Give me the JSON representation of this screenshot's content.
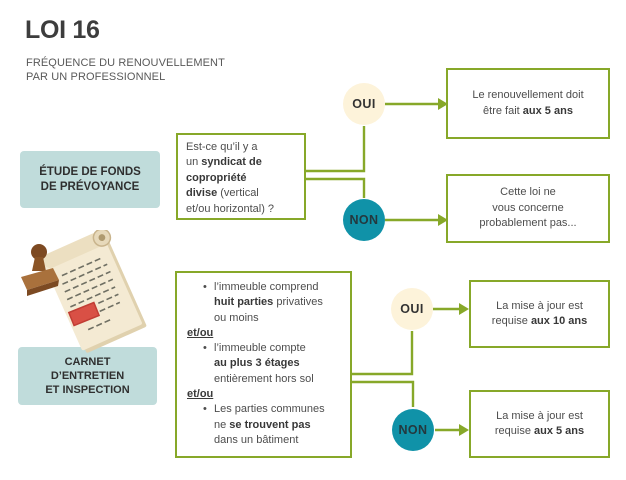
{
  "colors": {
    "green": "#87a829",
    "teal": "#1092a8",
    "cream": "#fdf3da",
    "label-bg": "#c0dcdb"
  },
  "header": {
    "title": "LOI 16",
    "subtitle": "FRÉQUENCE DU RENOUVELLEMENT\nPAR UN PROFESSIONNEL"
  },
  "side_labels": {
    "etude": "ÉTUDE DE FONDS\nDE PRÉVOYANCE",
    "carnet": "CARNET\nD’ENTRETIEN\nET INSPECTION"
  },
  "decision1": {
    "question": [
      {
        "t": "Est-ce qu’il y a"
      },
      {
        "br": true
      },
      {
        "t": "un "
      },
      {
        "t": "syndicat de",
        "b": true
      },
      {
        "br": true
      },
      {
        "t": "copropriété",
        "b": true
      },
      {
        "br": true
      },
      {
        "t": "divise",
        "b": true
      },
      {
        "t": " (vertical"
      },
      {
        "br": true
      },
      {
        "t": "et/ou horizontal) ?"
      }
    ],
    "oui_label": "OUI",
    "non_label": "NON",
    "oui_result": [
      {
        "t": "Le renouvellement doit"
      },
      {
        "br": true
      },
      {
        "t": "être fait "
      },
      {
        "t": "aux 5 ans",
        "b": true
      }
    ],
    "non_result": [
      {
        "t": "Cette loi ne"
      },
      {
        "br": true
      },
      {
        "t": "vous concerne"
      },
      {
        "br": true
      },
      {
        "t": "probablement pas..."
      }
    ]
  },
  "decision2": {
    "criteria_bullet1": [
      {
        "t": "l’immeuble comprend"
      },
      {
        "br": true
      },
      {
        "t": "huit parties",
        "b": true
      },
      {
        "t": " privatives"
      },
      {
        "br": true
      },
      {
        "t": "ou moins"
      }
    ],
    "criteria_bullet2": [
      {
        "t": "l’immeuble compte"
      },
      {
        "br": true
      },
      {
        "t": "au plus 3 étages",
        "b": true
      },
      {
        "br": true
      },
      {
        "t": "entièrement hors sol"
      }
    ],
    "criteria_bullet3": [
      {
        "t": "Les parties communes"
      },
      {
        "br": true
      },
      {
        "t": "ne "
      },
      {
        "t": "se trouvent pas",
        "b": true
      },
      {
        "br": true
      },
      {
        "t": "dans un bâtiment"
      }
    ],
    "separator": "et/ou",
    "bullet_marker": "•",
    "oui_label": "OUI",
    "non_label": "NON",
    "oui_result": [
      {
        "t": "La mise à jour est"
      },
      {
        "br": true
      },
      {
        "t": "requise "
      },
      {
        "t": "aux 10 ans",
        "b": true
      }
    ],
    "non_result": [
      {
        "t": "La mise à jour est"
      },
      {
        "br": true
      },
      {
        "t": "requise "
      },
      {
        "t": "aux 5 ans",
        "b": true
      }
    ]
  },
  "illustration": {
    "name": "document-scroll-with-rubber-stamp"
  }
}
